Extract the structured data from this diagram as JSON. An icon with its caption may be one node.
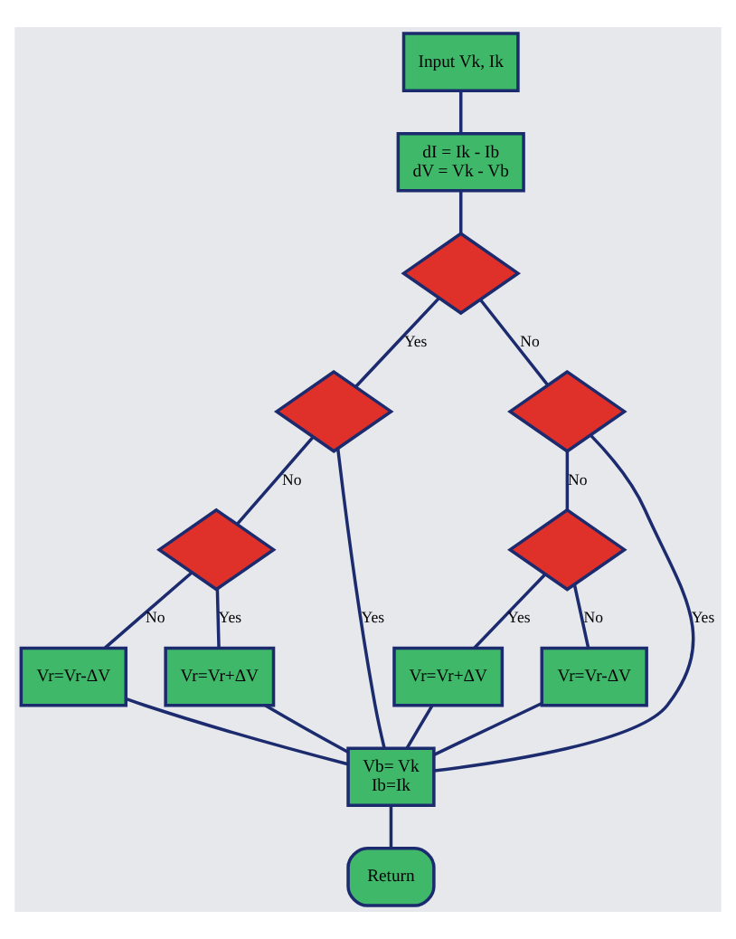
{
  "diagram": {
    "nodes": [
      {
        "text": [
          "Input Vk, Ik"
        ]
      },
      {
        "text": [
          "dI = Ik - Ib",
          "dV = Vk - Vb"
        ]
      },
      {
        "text": [],
        "shape": "diamond"
      },
      {
        "text": [],
        "shape": "diamond"
      },
      {
        "text": [],
        "shape": "diamond"
      },
      {
        "text": [],
        "shape": "diamond"
      },
      {
        "text": [],
        "shape": "diamond"
      },
      {
        "text": [
          "Vr=Vr+ΔV"
        ]
      },
      {
        "text": [
          "Vr=Vr-ΔV"
        ]
      },
      {
        "text": [
          "Vr=Vr-ΔV"
        ]
      },
      {
        "text": [
          "Vr=Vr+ΔV"
        ]
      },
      {
        "text": [
          "Vb= Vk",
          "Ib=Ik"
        ]
      },
      {
        "text": [
          "Return"
        ]
      }
    ],
    "edges": [
      {
        "from": 0,
        "to": 1,
        "arrow": "none"
      },
      {
        "from": 1,
        "to": 2,
        "arrow": "none"
      },
      {
        "from": 2,
        "to": 3,
        "arrow": "none",
        "label": "Yes"
      },
      {
        "from": 2,
        "to": 4,
        "arrow": "none",
        "label": "No"
      },
      {
        "from": 4,
        "to": 11,
        "arrow": "none",
        "label": "Yes"
      },
      {
        "from": 4,
        "to": 6,
        "arrow": "none",
        "label": "No"
      },
      {
        "from": 6,
        "to": 7,
        "arrow": "none",
        "label": "Yes"
      },
      {
        "from": 6,
        "to": 8,
        "arrow": "none",
        "label": "No"
      },
      {
        "from": 3,
        "to": 11,
        "arrow": "none",
        "label": "Yes"
      },
      {
        "from": 3,
        "to": 5,
        "arrow": "none",
        "label": "No"
      },
      {
        "from": 5,
        "to": 9,
        "arrow": "none",
        "label": "No"
      },
      {
        "from": 5,
        "to": 10,
        "arrow": "none",
        "label": "Yes"
      },
      {
        "from": 7,
        "to": 11,
        "arrow": "none"
      },
      {
        "from": 8,
        "to": 11,
        "arrow": "none"
      },
      {
        "from": 9,
        "to": 11,
        "arrow": "none"
      },
      {
        "from": 10,
        "to": 11,
        "arrow": "none"
      },
      {
        "from": 11,
        "to": 12,
        "arrow": "none"
      }
    ]
  }
}
